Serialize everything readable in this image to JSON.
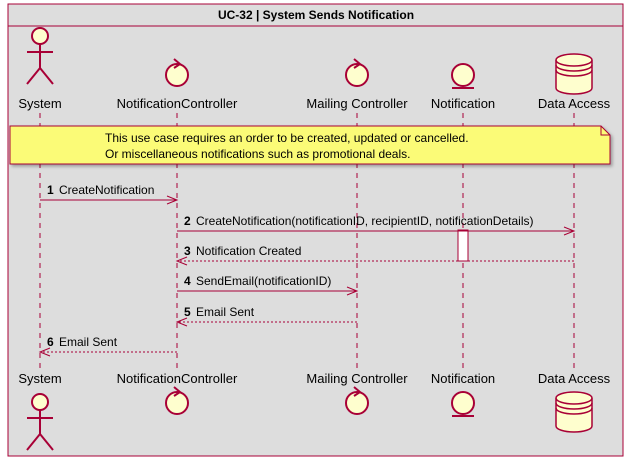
{
  "frame": {
    "title": "UC-32 | System Sends Notification"
  },
  "participants": [
    {
      "id": "system",
      "label": "System",
      "kind": "actor"
    },
    {
      "id": "controller",
      "label": "NotificationController",
      "kind": "control"
    },
    {
      "id": "mailing",
      "label": "Mailing Controller",
      "kind": "control"
    },
    {
      "id": "notification",
      "label": "Notification",
      "kind": "entity"
    },
    {
      "id": "data_access",
      "label": "Data Access",
      "kind": "database"
    }
  ],
  "note": {
    "lines": [
      "This use case requires an order to be created, updated or cancelled.",
      "Or miscellaneous notifications such as promotional deals."
    ]
  },
  "messages": [
    {
      "num": "1",
      "text": "CreateNotification",
      "from": "system",
      "to": "controller",
      "style": "solid"
    },
    {
      "num": "2",
      "text": "CreateNotification(notificationID, recipientID, notificationDetails)",
      "from": "controller",
      "to": "data_access",
      "style": "solid"
    },
    {
      "num": "3",
      "text": "Notification Created",
      "from": "data_access",
      "to": "controller",
      "style": "dashed"
    },
    {
      "num": "4",
      "text": "SendEmail(notificationID)",
      "from": "controller",
      "to": "mailing",
      "style": "solid"
    },
    {
      "num": "5",
      "text": "Email Sent",
      "from": "mailing",
      "to": "controller",
      "style": "dashed"
    },
    {
      "num": "6",
      "text": "Email Sent",
      "from": "controller",
      "to": "system",
      "style": "dashed"
    }
  ],
  "colors": {
    "frame_bg": "#dddddd",
    "frame_border": "#a80036",
    "line": "#a80036",
    "participant_fill": "#fefece",
    "note_fill": "#fbfb77",
    "note_border": "#a80036"
  }
}
